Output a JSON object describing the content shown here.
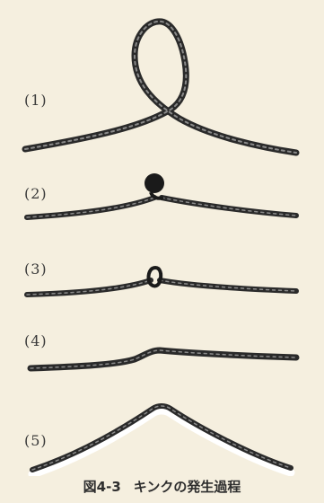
{
  "figure": {
    "steps": [
      {
        "label": "(1)",
        "icon": "rope-loop-icon"
      },
      {
        "label": "(2)",
        "icon": "rope-tight-loop-icon"
      },
      {
        "label": "(3)",
        "icon": "rope-small-kink-icon"
      },
      {
        "label": "(4)",
        "icon": "rope-bent-icon"
      },
      {
        "label": "(5)",
        "icon": "rope-peak-icon"
      }
    ],
    "caption": {
      "number": "図4-3",
      "title": "キンクの発生過程"
    },
    "colors": {
      "background": "#f5efdf",
      "rope": "#2a2a2a",
      "rope_highlight": "#8a8a8a"
    }
  }
}
